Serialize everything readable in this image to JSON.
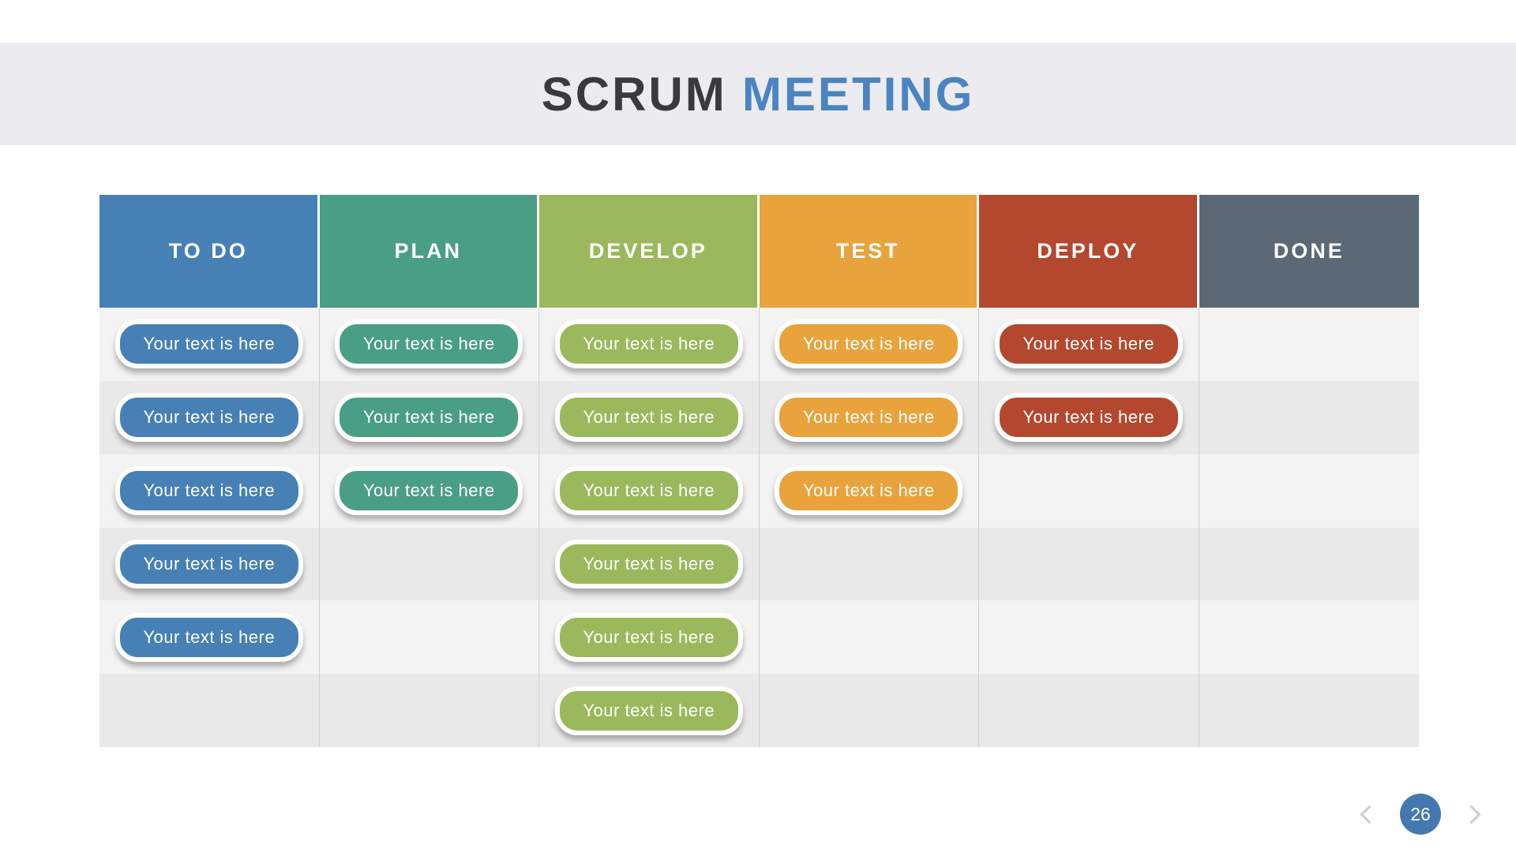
{
  "slide": {
    "title": {
      "primary": "SCRUM",
      "accent": "MEETING"
    }
  },
  "board": {
    "rows": 6,
    "card_label": "Your text is here",
    "columns": [
      {
        "label": "TO DO",
        "color": "#4680B5",
        "card_count": 5
      },
      {
        "label": "PLAN",
        "color": "#4A9E85",
        "card_count": 3
      },
      {
        "label": "DEVELOP",
        "color": "#9BB85C",
        "card_count": 6
      },
      {
        "label": "TEST",
        "color": "#E8A33C",
        "card_count": 3
      },
      {
        "label": "DEPLOY",
        "color": "#B3482F",
        "card_count": 2
      },
      {
        "label": "DONE",
        "color": "#5B6977",
        "card_count": 0
      }
    ]
  },
  "pager": {
    "prev_icon": "chevron-left",
    "next_icon": "chevron-right",
    "page_label": "26"
  },
  "colors": {
    "title_primary": "#3A3A3C",
    "title_accent": "#4B84C0",
    "title_band_bg": "#EBEBF0",
    "row_light": "#F3F3F4",
    "row_dark": "#E9E9EA",
    "divider": "#CFCFD1",
    "pager_circle": "#4479AF",
    "chevron": "#C9CDD5",
    "card_text": "#FFFFFF"
  }
}
